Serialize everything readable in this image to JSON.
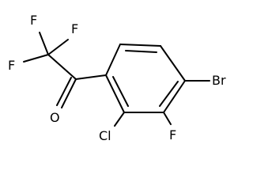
{
  "structure": {
    "atoms": {
      "f_top": "F",
      "f_right": "F",
      "f_left": "F",
      "o": "O",
      "br": "Br",
      "cl": "Cl",
      "f_ring": "F"
    },
    "line_color": "#000000",
    "background": "#ffffff"
  }
}
